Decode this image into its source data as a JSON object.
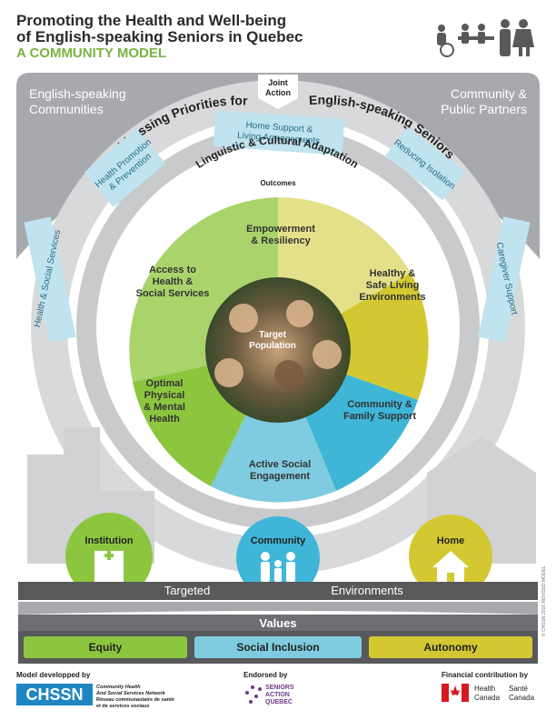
{
  "title": {
    "line1": "Promoting the Health and Well-being",
    "line2": "of English-speaking Seniors in Quebec",
    "line3": "A COMMUNITY MODEL"
  },
  "corners": {
    "left_line1": "English-speaking",
    "left_line2": "Communities",
    "right_line1": "Community &",
    "right_line2": "Public Partners"
  },
  "joint_action": {
    "line1": "Joint",
    "line2": "Action"
  },
  "arc_titles": {
    "left": "Addressing Priorities for",
    "right": "English-speaking Seniors",
    "inner": "Linguistic & Cultural Adaptation"
  },
  "priorities": [
    {
      "id": "health-social",
      "line1": "Health & Social Services",
      "line2": ""
    },
    {
      "id": "health-promotion",
      "line1": "Health Promotion",
      "line2": "& Prevention"
    },
    {
      "id": "home-support",
      "line1": "Home Support &",
      "line2": "Living Arrangements"
    },
    {
      "id": "reducing-isolation",
      "line1": "Reducing Isolation",
      "line2": ""
    },
    {
      "id": "caregiver-support",
      "line1": "Caregiver Support",
      "line2": ""
    }
  ],
  "outcomes_label": "Outcomes",
  "outcomes": [
    {
      "id": "empowerment",
      "line1": "Empowerment",
      "line2": "& Resiliency",
      "line3": ""
    },
    {
      "id": "healthy-env",
      "line1": "Healthy &",
      "line2": "Safe Living",
      "line3": "Environments"
    },
    {
      "id": "community-family",
      "line1": "Community &",
      "line2": "Family Support",
      "line3": ""
    },
    {
      "id": "active-social",
      "line1": "Active Social",
      "line2": "Engagement",
      "line3": ""
    },
    {
      "id": "optimal-health",
      "line1": "Optimal",
      "line2": "Physical",
      "line3": "& Mental",
      "line4": "Health"
    },
    {
      "id": "access-services",
      "line1": "Access to",
      "line2": "Health &",
      "line3": "Social Services"
    }
  ],
  "target": {
    "line1": "Target",
    "line2": "Population"
  },
  "environments": {
    "institution": "Institution",
    "community": "Community",
    "home": "Home",
    "bar_left": "Targeted",
    "bar_right": "Environments"
  },
  "values": {
    "label": "Values",
    "items": [
      "Equity",
      "Social Inclusion",
      "Autonomy"
    ]
  },
  "footer": {
    "developed_by": "Model developped by",
    "chssn": "CHSSN",
    "chssn_desc1": "Community Health",
    "chssn_desc2": "And Social Services Network",
    "chssn_desc3": "Réseau communautaire de santé",
    "chssn_desc4": "et de services sociaux",
    "endorsed_by": "Endorsed by",
    "sa_line1": "SENIORS",
    "sa_line2": "ACTION",
    "sa_line3": "QUEBEC",
    "financial": "Financial contribution by",
    "hc1": "Health",
    "hc2": "Canada",
    "sc1": "Santé",
    "sc2": "Canada"
  },
  "side_note": "© CHSSN 2016 REVISED MODEL",
  "colors": {
    "green": "#8cc63f",
    "yellow": "#d4c832",
    "blue": "#3fb6d8",
    "light_blue": "#bfe3ef",
    "grey": "#a7a9ac",
    "dark_grey": "#58595b"
  },
  "icons": [
    "seniors-group-icon",
    "hospital-building-icon",
    "family-icon",
    "house-icon",
    "maple-leaf-icon"
  ]
}
